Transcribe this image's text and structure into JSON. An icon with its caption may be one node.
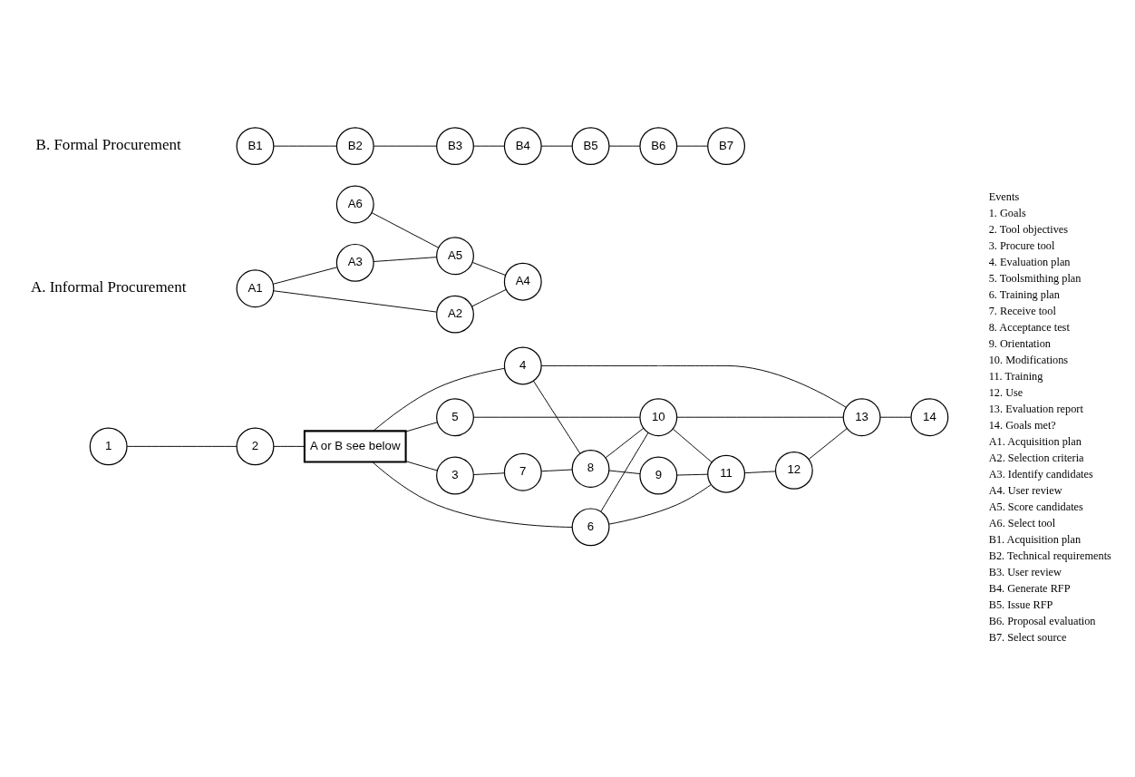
{
  "diagram": {
    "nodes": [
      {
        "text": [
          "1"
        ]
      },
      {
        "text": [
          "2"
        ]
      },
      {
        "text": [
          "3"
        ]
      },
      {
        "text": [
          "4"
        ]
      },
      {
        "text": [
          "5"
        ]
      },
      {
        "text": [
          "6"
        ]
      },
      {
        "text": [
          "7"
        ]
      },
      {
        "text": [
          "8"
        ]
      },
      {
        "text": [
          "9"
        ]
      },
      {
        "text": [
          "10"
        ]
      },
      {
        "text": [
          "11"
        ]
      },
      {
        "text": [
          "12"
        ]
      },
      {
        "text": [
          "13"
        ]
      },
      {
        "text": [
          "14"
        ]
      },
      {
        "text": [
          "A or B see below"
        ]
      },
      {
        "text": [
          "A1"
        ]
      },
      {
        "text": [
          "A2"
        ]
      },
      {
        "text": [
          "A3"
        ]
      },
      {
        "text": [
          "A4"
        ]
      },
      {
        "text": [
          "A5"
        ]
      },
      {
        "text": [
          "A6"
        ]
      },
      {
        "text": [
          "B1"
        ]
      },
      {
        "text": [
          "B2"
        ]
      },
      {
        "text": [
          "B3"
        ]
      },
      {
        "text": [
          "B4"
        ]
      },
      {
        "text": [
          "B5"
        ]
      },
      {
        "text": [
          "B6"
        ]
      },
      {
        "text": [
          "B7"
        ]
      }
    ],
    "edges": [
      {
        "from": 0,
        "to": 1,
        "arrow": "none"
      },
      {
        "from": 1,
        "to": 14,
        "arrow": "none"
      },
      {
        "from": 14,
        "to": 2,
        "arrow": "none"
      },
      {
        "from": 14,
        "to": 3,
        "arrow": "none"
      },
      {
        "from": 14,
        "to": 4,
        "arrow": "none"
      },
      {
        "from": 14,
        "to": 5,
        "arrow": "none"
      },
      {
        "from": 2,
        "to": 6,
        "arrow": "none"
      },
      {
        "from": 6,
        "to": 7,
        "arrow": "none"
      },
      {
        "from": 3,
        "to": 7,
        "arrow": "none"
      },
      {
        "from": 7,
        "to": 8,
        "arrow": "none"
      },
      {
        "from": 3,
        "to": 12,
        "arrow": "none"
      },
      {
        "from": 7,
        "to": 9,
        "arrow": "none"
      },
      {
        "from": 8,
        "to": 10,
        "arrow": "none"
      },
      {
        "from": 4,
        "to": 9,
        "arrow": "none"
      },
      {
        "from": 5,
        "to": 9,
        "arrow": "none"
      },
      {
        "from": 5,
        "to": 10,
        "arrow": "none"
      },
      {
        "from": 9,
        "to": 10,
        "arrow": "none"
      },
      {
        "from": 9,
        "to": 12,
        "arrow": "none"
      },
      {
        "from": 10,
        "to": 11,
        "arrow": "none"
      },
      {
        "from": 11,
        "to": 12,
        "arrow": "none"
      },
      {
        "from": 12,
        "to": 13,
        "arrow": "none"
      },
      {
        "from": 15,
        "to": 17,
        "arrow": "none"
      },
      {
        "from": 15,
        "to": 16,
        "arrow": "none"
      },
      {
        "from": 17,
        "to": 19,
        "arrow": "none"
      },
      {
        "from": 20,
        "to": 19,
        "arrow": "none"
      },
      {
        "from": 16,
        "to": 18,
        "arrow": "none"
      },
      {
        "from": 19,
        "to": 18,
        "arrow": "none"
      },
      {
        "from": 21,
        "to": 22,
        "arrow": "none"
      },
      {
        "from": 22,
        "to": 23,
        "arrow": "none"
      },
      {
        "from": 23,
        "to": 24,
        "arrow": "none"
      },
      {
        "from": 24,
        "to": 25,
        "arrow": "none"
      },
      {
        "from": 25,
        "to": 26,
        "arrow": "none"
      },
      {
        "from": 26,
        "to": 27,
        "arrow": "none"
      }
    ],
    "labels": [
      "A. Informal Procurement",
      "B. Formal Procurement",
      "Events",
      "1. Goals",
      "2. Tool objectives",
      "3. Procure tool",
      "4. Evaluation plan",
      "5. Toolsmithing plan",
      "6. Training plan",
      "7. Receive tool",
      "8. Acceptance test",
      "9. Orientation",
      "10. Modifications",
      "11. Training",
      "12. Use",
      "13. Evaluation report",
      "14. Goals met?",
      "A1. Acquisition plan",
      "A2. Selection criteria",
      "A3. Identify candidates",
      "A4. User review",
      "A5. Score candidates",
      "A6. Select tool",
      "B1. Acquisition plan",
      "B2. Technical requirements",
      "B3. User review",
      "B4. Generate RFP",
      "B5. Issue RFP",
      "B6. Proposal evaluation",
      "B7. Select source"
    ]
  }
}
